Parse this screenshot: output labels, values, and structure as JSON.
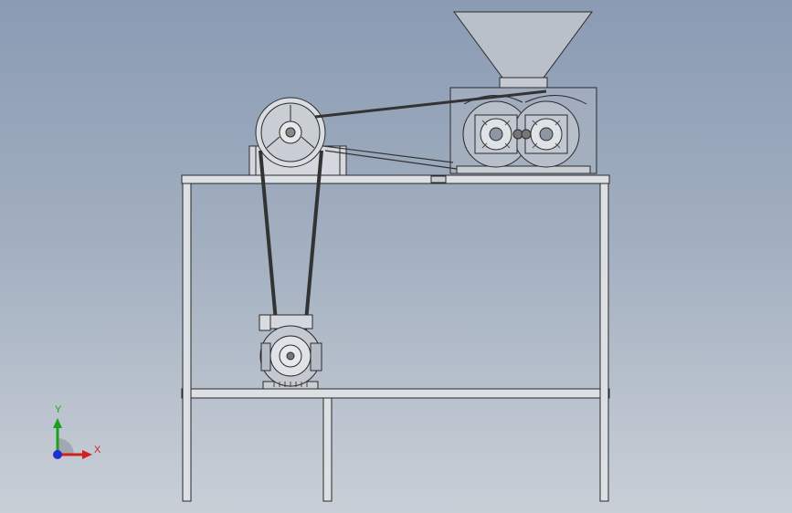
{
  "viewport": {
    "background_top": "#8a9bb4",
    "background_bottom": "#c9cfd7"
  },
  "model": {
    "description_items": [
      "frame",
      "hopper",
      "crusher-housing",
      "twin-rollers",
      "drive-pulley",
      "v-belts",
      "electric-motor"
    ],
    "line_color": "#2a2a2a",
    "frame_fill": "#dcdfe3"
  },
  "triad": {
    "x_label": "X",
    "y_label": "Y",
    "x_color": "#d02020",
    "y_color": "#1ea01e",
    "z_color": "#2030d0",
    "icon": "coordinate-triad-icon"
  }
}
